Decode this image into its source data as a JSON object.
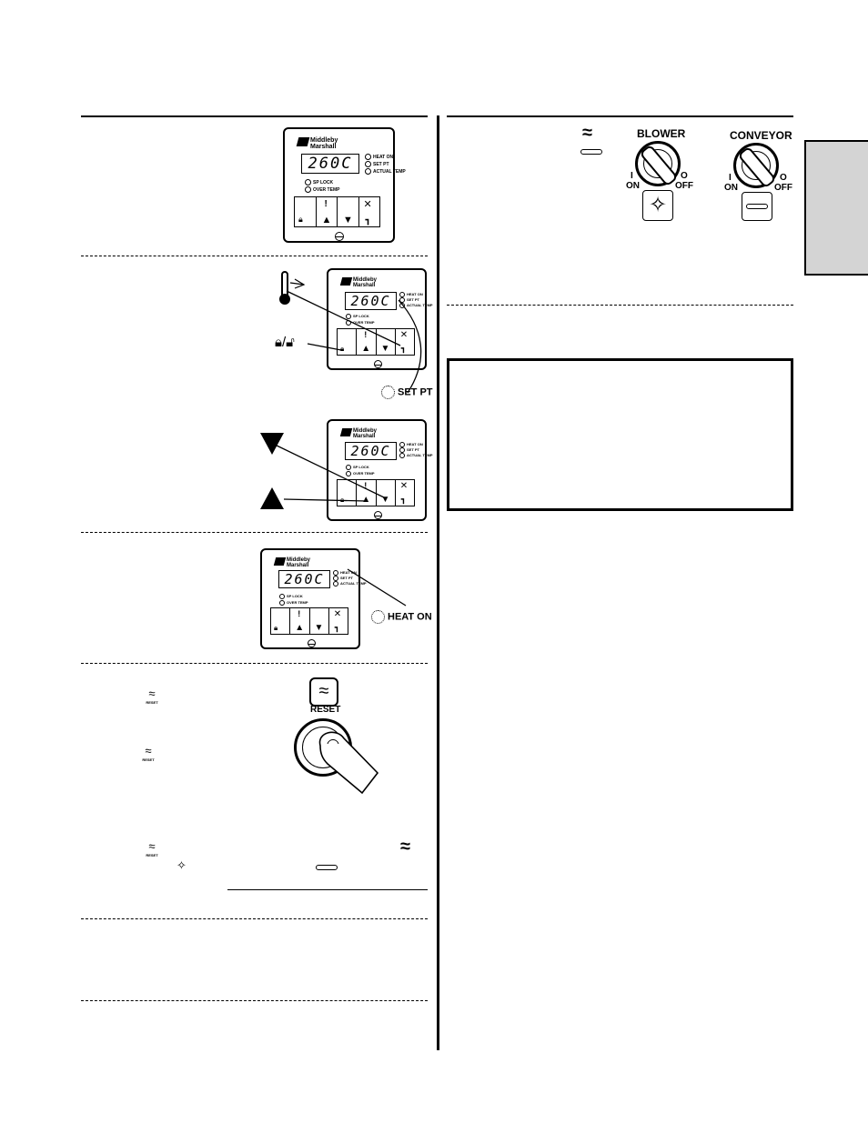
{
  "controller": {
    "brand_line1": "Middleby",
    "brand_line2": "Marshall",
    "display_value": "260C",
    "led_heat_on": "HEAT ON",
    "led_set_pt": "SET PT",
    "led_actual_temp": "ACTUAL\nTEMP",
    "led_sp_lock": "SP LOCK",
    "led_over_temp": "OVER TEMP"
  },
  "callouts": {
    "set_pt": "SET PT",
    "heat_on": "HEAT ON",
    "reset": "RESET",
    "reset_small": "RESET"
  },
  "switches": {
    "blower": {
      "title": "BLOWER",
      "pos_i": "I",
      "on": "ON",
      "pos_o": "O",
      "off": "OFF"
    },
    "conveyor": {
      "title": "CONVEYOR",
      "pos_i": "I",
      "on": "ON",
      "pos_o": "O",
      "off": "OFF"
    }
  },
  "icons": [
    "heat-reset-icon",
    "fan-icon",
    "conveyor-icon",
    "thermometer-icon",
    "lock-icon",
    "up-arrow-icon",
    "down-arrow-icon",
    "wrench-icon",
    "finger-press-icon"
  ]
}
